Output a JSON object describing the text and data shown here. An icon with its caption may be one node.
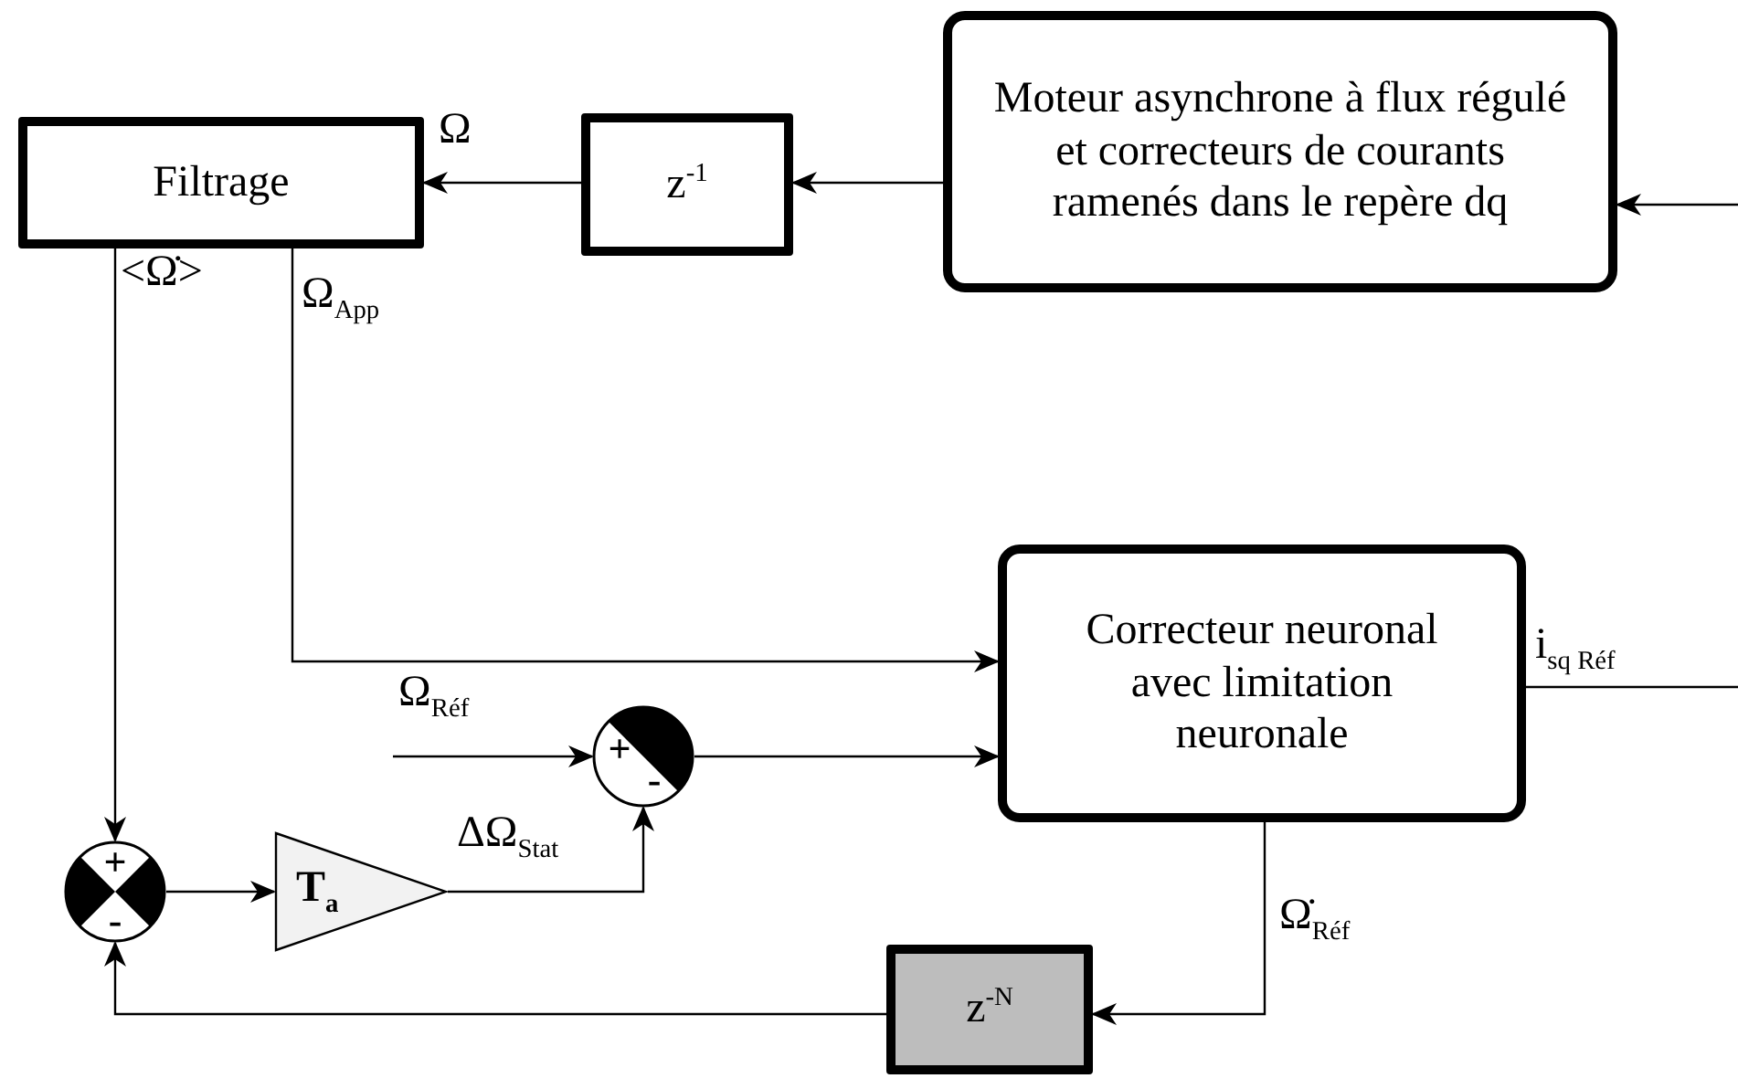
{
  "diagram": {
    "nodes": [
      {
        "text": [
          "Filtrage"
        ]
      },
      {
        "text": [
          "z$^{-1}$"
        ]
      },
      {
        "text": [
          "Moteur asynchrone à flux régulé et correcteurs de courants ramenés dans le repère dq"
        ]
      },
      {
        "text": [
          "Correcteur neuronal avec limitation neuronale"
        ]
      },
      {
        "text": [
          "+",
          "-"
        ]
      },
      {
        "text": [
          "+",
          "-"
        ]
      },
      {
        "text": [
          "T$_{a}$"
        ]
      },
      {
        "text": [
          "z$^{-N}$"
        ]
      }
    ],
    "edges": [
      {
        "from": null,
        "to": 2,
        "arrow": "to"
      },
      {
        "from": 2,
        "to": 1,
        "arrow": "to"
      },
      {
        "from": 1,
        "to": 0,
        "arrow": "to",
        "label": "Ω"
      },
      {
        "from": 0,
        "to": 3,
        "arrow": "to",
        "label": "Ω$_{App}$"
      },
      {
        "from": 0,
        "to": 4,
        "arrow": "to",
        "label": "<Ω̇>"
      },
      {
        "from": null,
        "to": 5,
        "arrow": "to",
        "label": "Ω$_{Réf}$"
      },
      {
        "from": 5,
        "to": 3,
        "arrow": "to"
      },
      {
        "from": 4,
        "to": 6,
        "arrow": "to"
      },
      {
        "from": 6,
        "to": 5,
        "arrow": "to",
        "label": "ΔΩ$_{Stat}$"
      },
      {
        "from": 3,
        "to": null,
        "arrow": "none",
        "label": "i$_{sq Réf}$"
      },
      {
        "from": 3,
        "to": 7,
        "arrow": "to",
        "label": "Ω̇$_{Réf}$"
      },
      {
        "from": 7,
        "to": 4,
        "arrow": "to"
      }
    ]
  }
}
